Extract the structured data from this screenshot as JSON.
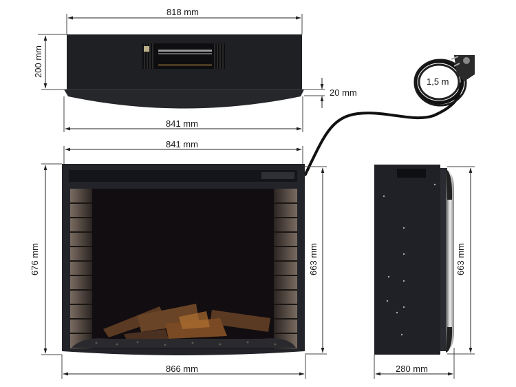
{
  "diagram": {
    "subject": "Electric fireplace insert dimensions",
    "views": {
      "top_view": {
        "width_top_label": "818 mm",
        "width_bottom_label": "841 mm",
        "depth_label": "200 mm",
        "lip_label": "20 mm"
      },
      "front_view": {
        "width_top_label": "841 mm",
        "width_bottom_label": "866 mm",
        "height_left_label": "676 mm",
        "height_right_label": "663 mm"
      },
      "side_view": {
        "height_label": "663 mm",
        "depth_label": "280 mm"
      },
      "power_cord": {
        "length_label": "1,5 m"
      }
    },
    "colors": {
      "body": "#1f2024",
      "body_edge": "#2c2e33",
      "firebox": "#120d10",
      "brick": "#6b5e55",
      "log": "#5a3a22",
      "ember": "#b07030",
      "line": "#222222"
    }
  }
}
